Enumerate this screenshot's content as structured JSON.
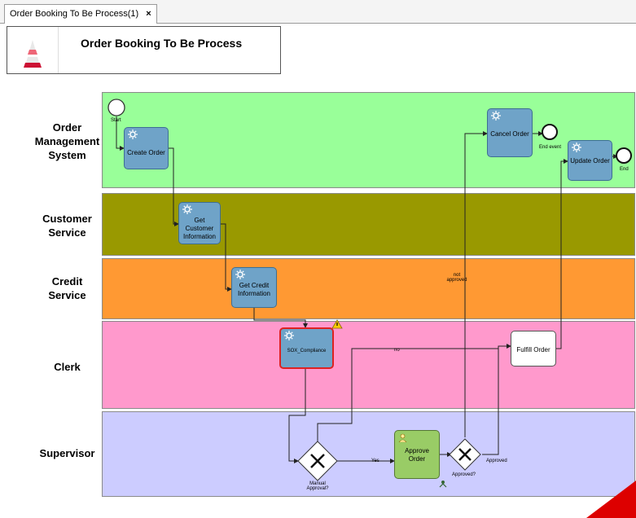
{
  "tab": {
    "label": "Order Booking To Be Process(1)",
    "close": "×"
  },
  "header": {
    "title": "Order Booking To Be Process"
  },
  "lanes": [
    {
      "label": "Order Management System",
      "color": "#99ff99"
    },
    {
      "label": "Customer Service",
      "color": "#999900"
    },
    {
      "label": "Credit Service",
      "color": "#ff9933"
    },
    {
      "label": "Clerk",
      "color": "#ff99cc"
    },
    {
      "label": "Supervisor",
      "color": "#ccccff"
    }
  ],
  "tasks": {
    "create_order": "Create Order",
    "get_customer": "Get Customer Information",
    "get_credit": "Get Credit Information",
    "sox": "SOX_Compliance",
    "cancel_order": "Cancel Order",
    "update_order": "Update Order",
    "fulfill_order": "Fulfill Order",
    "approve_order": "Approve Order"
  },
  "events": {
    "start": "Start",
    "end_event": "End event",
    "end": "End"
  },
  "gateways": {
    "manual": "Manual Approval?",
    "approved": "Approved?"
  },
  "flow_labels": {
    "not_approved": "not approved",
    "no": "no",
    "yes": "Yes",
    "approved": "Approved"
  }
}
